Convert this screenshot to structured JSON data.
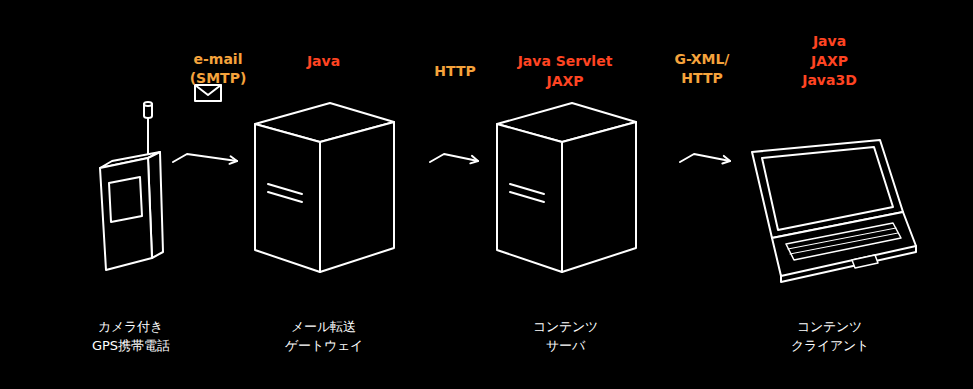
{
  "diagram": {
    "nodes": [
      {
        "text": [
          "カメラ付き GPS携帯電話"
        ]
      },
      {
        "text": [
          "Java",
          "メール転送 ゲートウェイ"
        ]
      },
      {
        "text": [
          "Java Servlet JAXP",
          "コンテンツ サーバ"
        ]
      },
      {
        "text": [
          "Java JAXP Java3D",
          "コンテンツ クライアント"
        ]
      }
    ],
    "edges": [
      {
        "from": 0,
        "to": 1,
        "label": "e-mail (SMTP)",
        "arrow": "to"
      },
      {
        "from": 1,
        "to": 2,
        "label": "HTTP",
        "arrow": "to"
      },
      {
        "from": 2,
        "to": 3,
        "label": "G-XML/ HTTP",
        "arrow": "to"
      }
    ]
  }
}
